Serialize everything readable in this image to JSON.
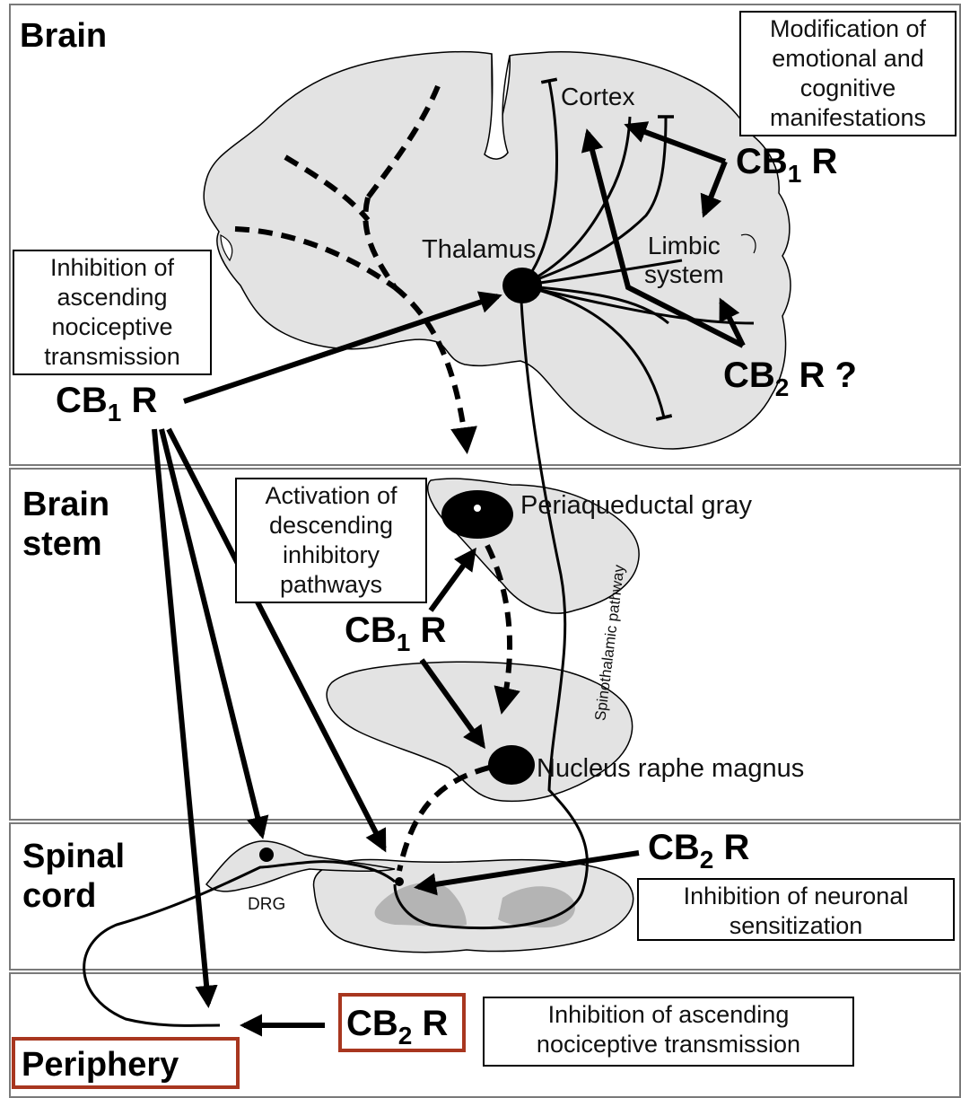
{
  "regions": {
    "brain": "Brain",
    "brain_stem": "Brain\nstem",
    "spinal_cord": "Spinal\ncord",
    "periphery": "Periphery"
  },
  "structures": {
    "cortex": "Cortex",
    "thalamus": "Thalamus",
    "limbic_system": "Limbic\nsystem",
    "periaqueductal_gray": "Periaqueductal gray",
    "nucleus_raphe_magnus": "Nucleus raphe magnus",
    "spinothalamic_pathway": "Spinothalamic pathway",
    "drg": "DRG"
  },
  "receptors": {
    "cb1_brain_right": {
      "main": "CB",
      "sub": "1",
      "suffix": " R"
    },
    "cb2_brain": {
      "main": "CB",
      "sub": "2",
      "suffix": " R ?"
    },
    "cb1_brain_left": {
      "main": "CB",
      "sub": "1",
      "suffix": " R"
    },
    "cb1_brainstem": {
      "main": "CB",
      "sub": "1",
      "suffix": " R"
    },
    "cb2_spinal": {
      "main": "CB",
      "sub": "2",
      "suffix": " R"
    },
    "cb2_periphery": {
      "main": "CB",
      "sub": "2",
      "suffix": " R"
    }
  },
  "effects": {
    "modification": "Modification of\nemotional and\ncognitive\nmanifestations",
    "inhibition_ascending": "Inhibition of\nascending\nnociceptive\ntransmission",
    "activation_descending": "Activation of\ndescending\ninhibitory\npathways",
    "inhibition_neuronal": "Inhibition of neuronal\nsensitization",
    "inhibition_periphery": "Inhibition of ascending\nnociceptive transmission"
  },
  "colors": {
    "tissue_fill": "#e3e3e3",
    "gray_matter": "#b4b4b4",
    "highlight": "#a8361f",
    "panel_border": "#7a7a7a",
    "ink": "#000000"
  }
}
